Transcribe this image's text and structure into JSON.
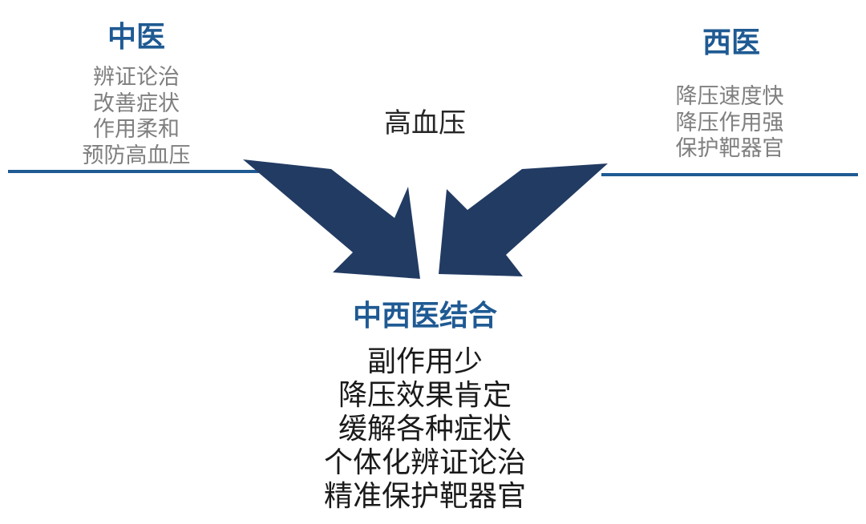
{
  "colors": {
    "heading": "#1f5a93",
    "arrow": "#223b63",
    "line": "#1f5a93",
    "muted_text": "#7f7f7f",
    "dark_text": "#1a1a1a"
  },
  "center_topic": "高血压",
  "tcm": {
    "title": "中医",
    "points": [
      "辨证论治",
      "改善症状",
      "作用柔和",
      "预防高血压"
    ]
  },
  "western": {
    "title": "西医",
    "points": [
      "降压速度快",
      "降压作用强",
      "保护靶器官"
    ]
  },
  "integrated": {
    "title": "中西医结合",
    "points": [
      "副作用少",
      "降压效果肯定",
      "缓解各种症状",
      "个体化辨证论治",
      "精准保护靶器官"
    ]
  },
  "icons": {
    "left_arrow": "arrow-down-right-icon",
    "right_arrow": "arrow-down-left-icon"
  }
}
